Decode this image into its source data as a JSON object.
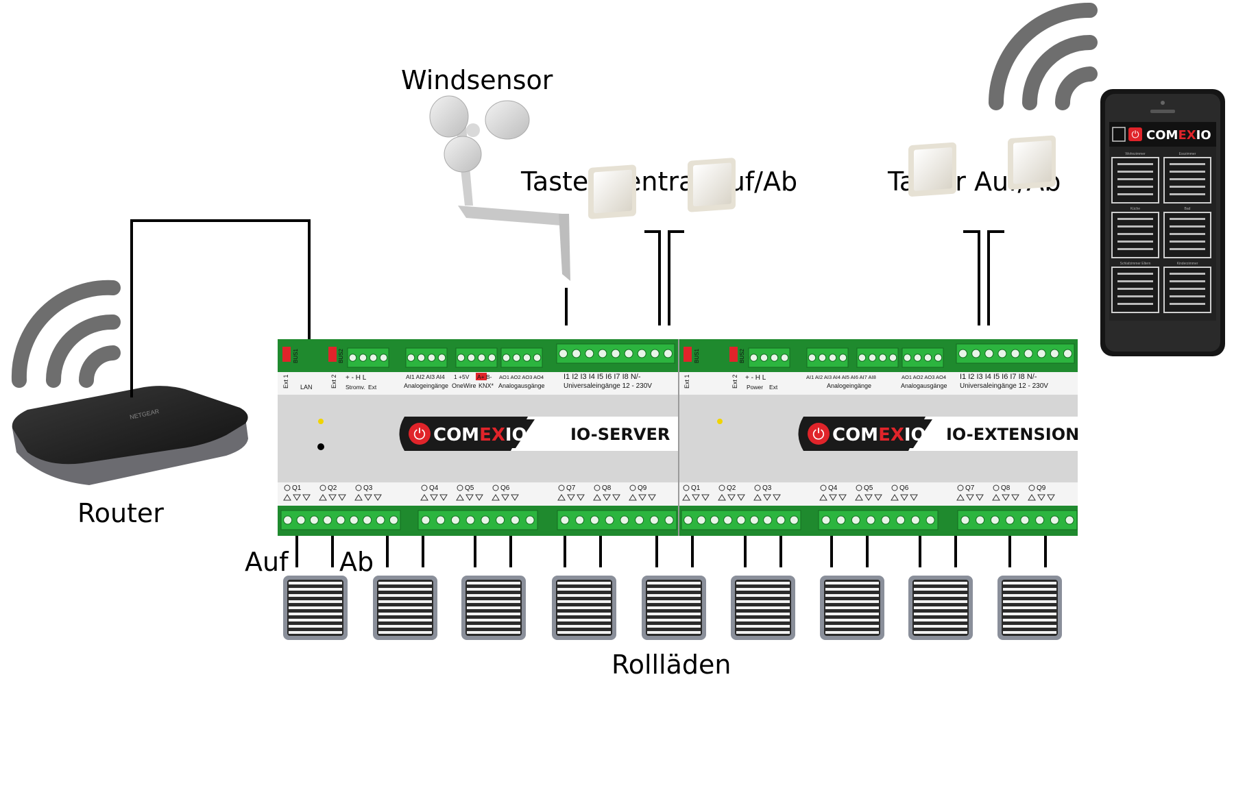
{
  "labels": {
    "windsensor": "Windsensor",
    "taster_zentral": "Taster Zentral-Auf/Ab",
    "taster_aufab": "Taster Auf/Ab",
    "router": "Router",
    "auf": "Auf",
    "ab": "Ab",
    "rolllaeden": "Rollläden"
  },
  "router": {
    "brand": "NETGEAR"
  },
  "phone": {
    "brand_a": "COM",
    "brand_b": "EX",
    "brand_c": "IO",
    "tile_labels": [
      "Wohnzimmer",
      "Esszimmer",
      "Küche",
      "Bad",
      "Schlafzimmer Eltern",
      "Kinderzimmer"
    ]
  },
  "server": {
    "brand_a": "COM",
    "brand_b": "EX",
    "brand_c": "IO",
    "model": "IO-SERVER",
    "bus1": "BUS1",
    "bus2": "BUS2",
    "ext1": "Ext 1",
    "ext2": "Ext 2",
    "lan": "LAN",
    "strom": "Stromv.",
    "ext": "Ext",
    "pm": "+  -  H  L",
    "ai": "AI1 AI2 AI3 AI4",
    "ai_label": "Analogeingänge",
    "onewire_top": "1  +5V",
    "onewire": "OneWire",
    "knx_top": "A+  B-",
    "knx": "KNX*",
    "ao_top": "AO1 AO2 AO3 AO4",
    "ao_label": "Analogausgänge",
    "inputs_top": "I1 I2 I3 I4 I5 I6 I7 I8 N/-",
    "inputs_label": "Universaleingänge 12 - 230V",
    "outputs": [
      "Q1",
      "Q2",
      "Q3",
      "Q4",
      "Q5",
      "Q6",
      "Q7",
      "Q8",
      "Q9"
    ]
  },
  "extension": {
    "brand_a": "COM",
    "brand_b": "EX",
    "brand_c": "IO",
    "model": "IO-EXTENSION",
    "bus1": "BUS1",
    "bus2": "BUS2",
    "ext1": "Ext 1",
    "ext2": "Ext 2",
    "power": "Power",
    "ext": "Ext",
    "pm": "+  -  H  L",
    "ai_top": "AI1 AI2 AI3 AI4 AI5 AI6 AI7 AI8",
    "ai_label": "Analogeingänge",
    "ao_top": "AO1 AO2 AO3 AO4",
    "ao_label": "Analogausgänge",
    "inputs_top": "I1 I2 I3 I4 I5 I6 I7 I8 N/-",
    "inputs_label": "Universaleingänge 12 - 230V",
    "outputs": [
      "Q1",
      "Q2",
      "Q3",
      "Q4",
      "Q5",
      "Q6",
      "Q7",
      "Q8",
      "Q9"
    ]
  },
  "colors": {
    "pcb_green": "#1f8a2e",
    "terminal_green": "#2cb53f",
    "housing_gray": "#d6d6d6",
    "brand_red": "#e0242a",
    "badge_black": "#1a1a1a",
    "wifi_gray": "#6e6e6e",
    "shutter_frame": "#8a8f9a"
  }
}
